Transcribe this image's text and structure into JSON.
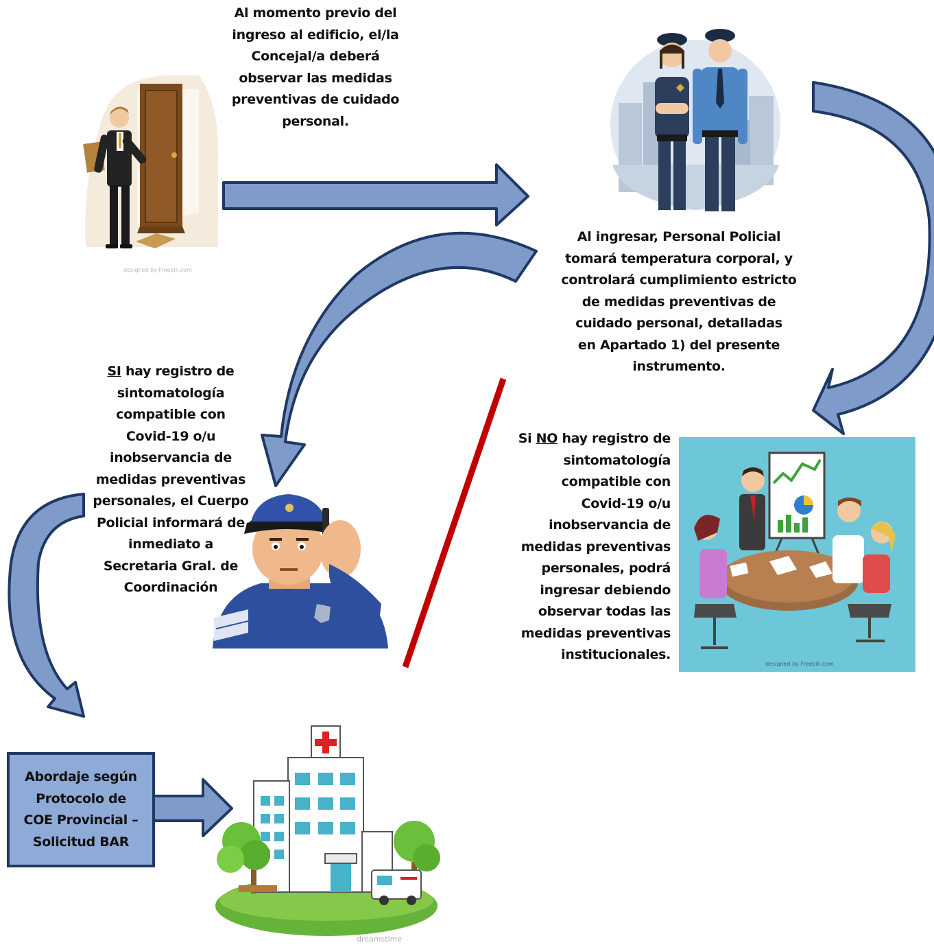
{
  "steps": {
    "pre_entry": {
      "lines": [
        "Al momento previo del",
        "ingreso al edificio, el/la",
        "Concejal/a deberá",
        "observar las medidas",
        "preventivas de cuidado",
        "personal."
      ]
    },
    "police_check": {
      "lines": [
        "Al ingresar, Personal Policial",
        "tomará temperatura corporal, y",
        "controlará cumplimiento estricto",
        "de medidas preventivas de",
        "cuidado personal, detalladas",
        "en Apartado 1) del presente",
        "instrumento."
      ]
    },
    "yes_branch": {
      "keyword": "SI",
      "first_line_rest": " hay registro de",
      "lines": [
        "sintomatología",
        "compatible con",
        "Covid-19 o/u",
        "inobservancia de",
        "medidas preventivas",
        "personales, el Cuerpo",
        "Policial informará de",
        "inmediato a",
        "Secretaria Gral. de",
        "Coordinación"
      ]
    },
    "no_branch": {
      "lead": "Si ",
      "keyword": "NO",
      "first_line_rest": " hay registro de",
      "lines": [
        "sintomatología",
        "compatible con",
        "Covid-19 o/u",
        "inobservancia de",
        "medidas preventivas",
        "personales, podrá",
        "ingresar debiendo",
        "observar todas las",
        "medidas preventivas",
        "institucionales."
      ]
    }
  },
  "protocol_box": {
    "lines": [
      "Abordaje según",
      "Protocolo de",
      "COE Provincial –",
      "Solicitud BAR"
    ]
  },
  "watermarks": {
    "freepik_1": "designed by Freepik.com",
    "freepik_2": "designed by Freepik.com",
    "dreamstime": "dreamstime"
  },
  "colors": {
    "arrow_fill": "#7e9bc9",
    "arrow_stroke": "#1f3864",
    "divider": "#c00000",
    "box_fill": "#8eaad6",
    "meeting_bg": "#6ec6d9"
  }
}
